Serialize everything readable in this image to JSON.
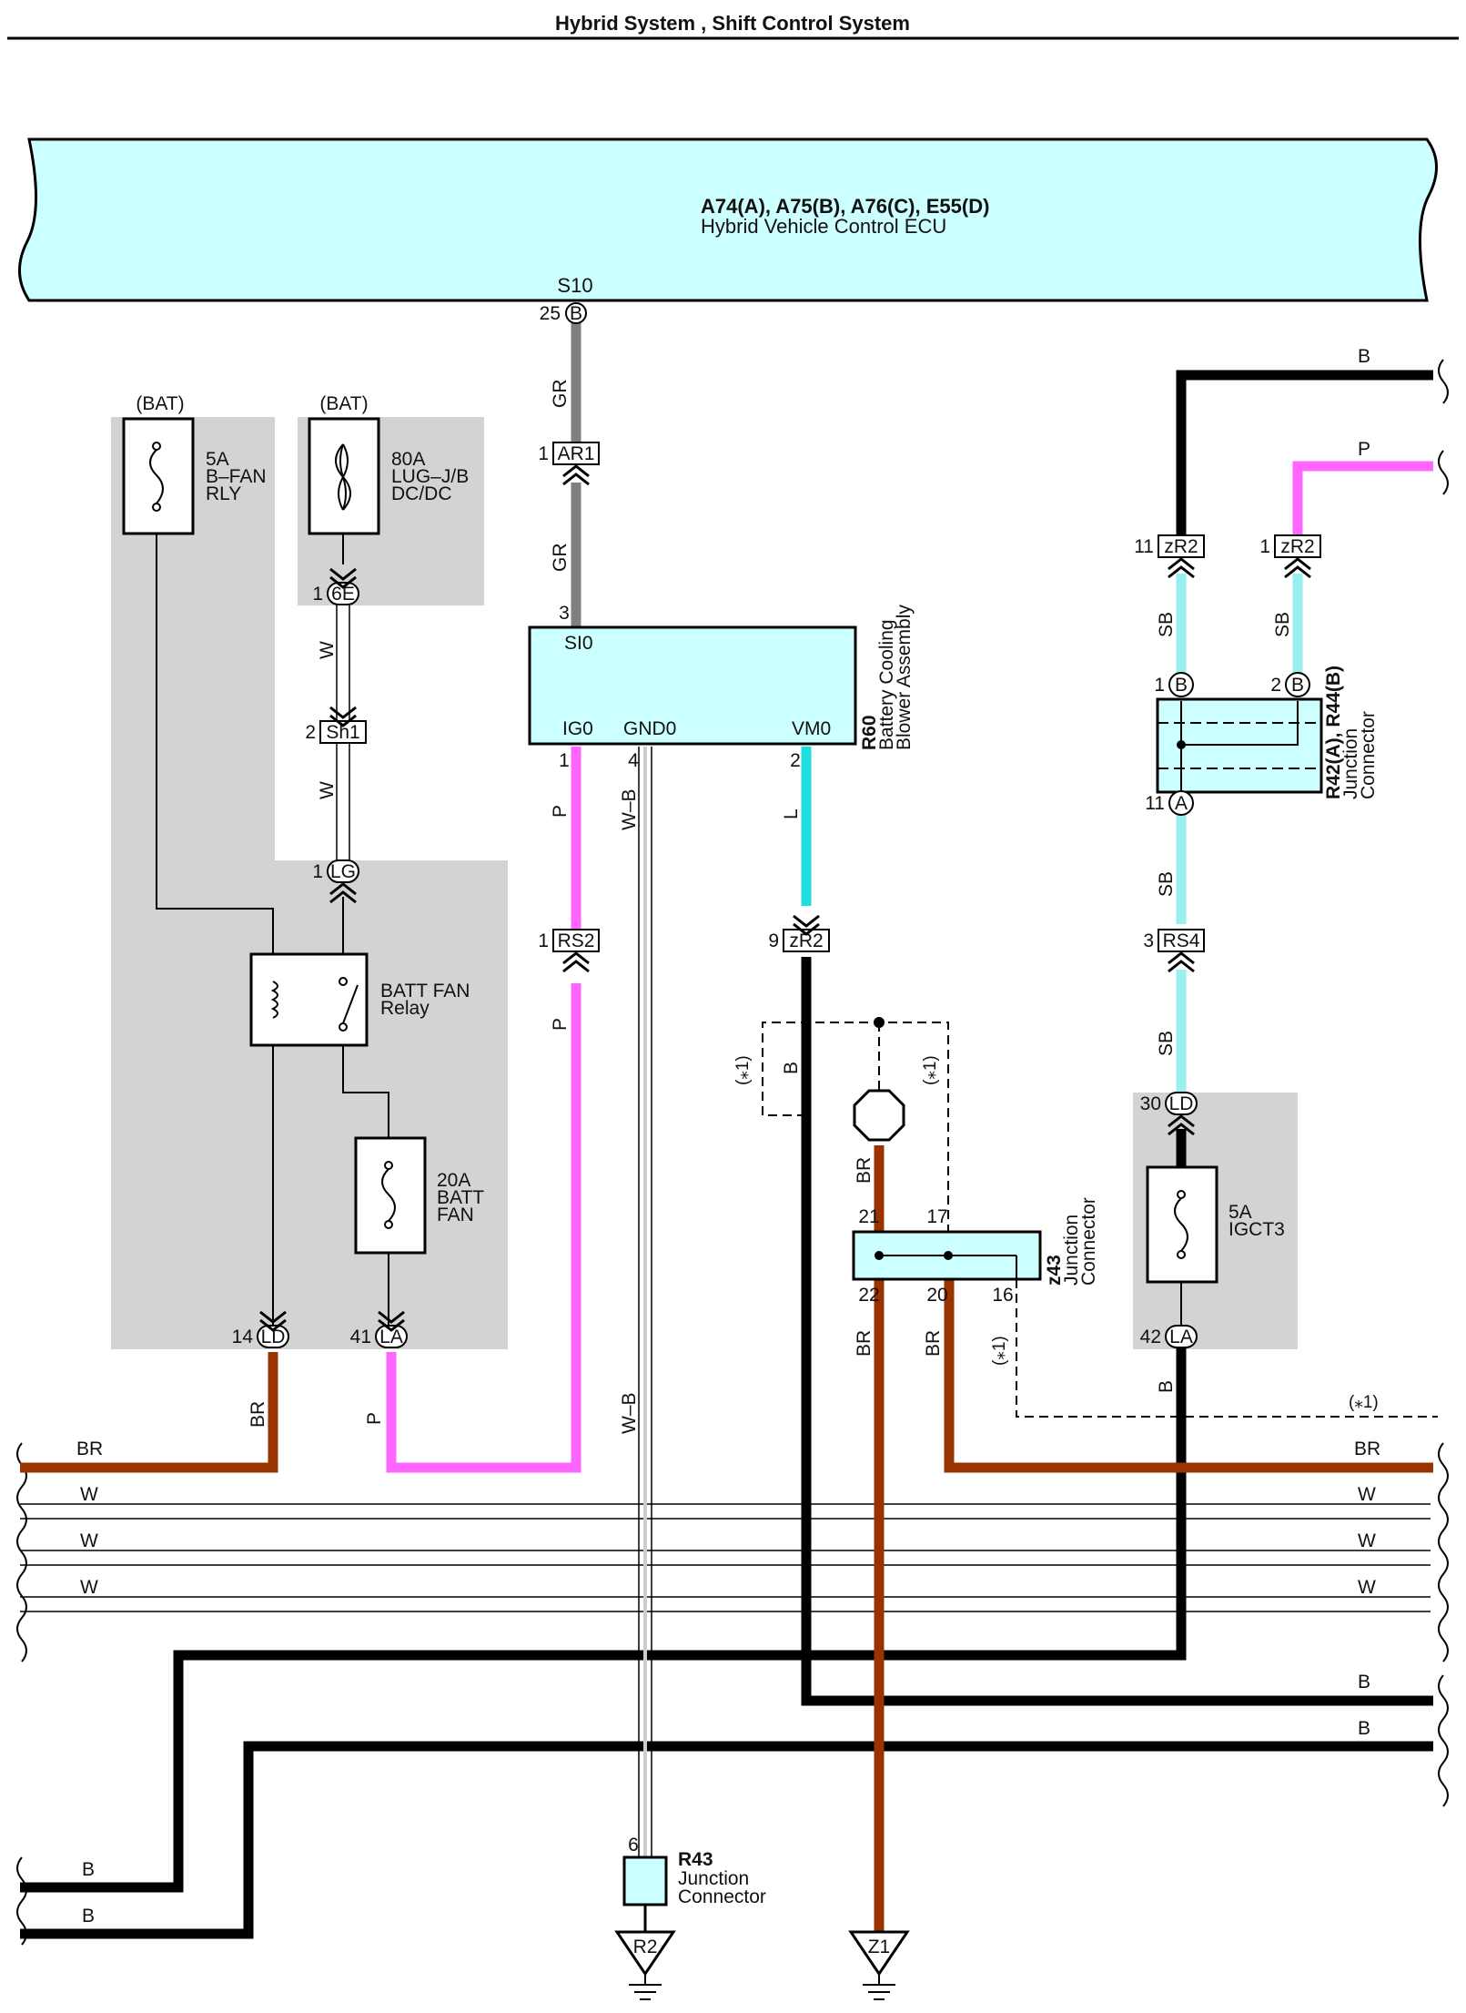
{
  "title": "Hybrid System , Shift Control System",
  "colors": {
    "ecu_fill": "#ccffff",
    "shade": "#d3d3d3",
    "wire_black": "#000000",
    "wire_gray": "#808080",
    "wire_pink": "#ff66ff",
    "wire_sky": "#99eeee",
    "wire_blue": "#22dddd",
    "wire_brown": "#993300"
  },
  "ecu": {
    "codes": "A74(A), A75(B), A76(C), E55(D)",
    "name": "Hybrid Vehicle Control ECU",
    "pin_label": "S10",
    "pin_no": "25",
    "pin_conn": "B"
  },
  "fuses": {
    "bfan": {
      "source": "(BAT)",
      "line1": "5A",
      "line2": "B–FAN",
      "line3": "RLY"
    },
    "lug": {
      "source": "(BAT)",
      "line1": "80A",
      "line2": "LUG–J/B",
      "line3": "DC/DC"
    },
    "battfan": {
      "line1": "20A",
      "line2": "BATT",
      "line3": "FAN"
    },
    "igct3": {
      "line1": "5A",
      "line2": "IGCT3"
    }
  },
  "relay": {
    "line1": "BATT FAN",
    "line2": "Relay"
  },
  "blower": {
    "code": "R60",
    "name1": "Battery Cooling",
    "name2": "Blower Assembly",
    "pin_si0": "SI0",
    "pin_ig0": "IG0",
    "pin_gnd0": "GND0",
    "pin_vm0": "VM0",
    "no_si0": "3",
    "no_ig0": "1",
    "no_gnd0": "4",
    "no_vm0": "2"
  },
  "junction_r42": {
    "code": "R42(A), R44(B)",
    "name1": "Junction",
    "name2": "Connector"
  },
  "junction_z43": {
    "code": "z43",
    "name1": "Junction",
    "name2": "Connector"
  },
  "junction_r43": {
    "code": "R43",
    "name1": "Junction",
    "name2": "Connector",
    "pin": "6"
  },
  "connectors": {
    "ar1": {
      "no": "1",
      "id": "AR1"
    },
    "e6": {
      "no": "1",
      "id": "6E"
    },
    "sh1": {
      "no": "2",
      "id": "Sh1"
    },
    "lg": {
      "no": "1",
      "id": "LG"
    },
    "rs2": {
      "no": "1",
      "id": "RS2"
    },
    "zr2_vm": {
      "no": "9",
      "id": "zR2"
    },
    "zr2_b": {
      "no": "11",
      "id": "zR2"
    },
    "zr2_p": {
      "no": "1",
      "id": "zR2"
    },
    "r42_b1": {
      "no": "1",
      "id": "B"
    },
    "r42_b2": {
      "no": "2",
      "id": "B"
    },
    "r42_a": {
      "no": "11",
      "id": "A"
    },
    "rs4": {
      "no": "3",
      "id": "RS4"
    },
    "ld30": {
      "no": "30",
      "id": "LD"
    },
    "la42": {
      "no": "42",
      "id": "LA"
    },
    "ld14": {
      "no": "14",
      "id": "LD"
    },
    "la41": {
      "no": "41",
      "id": "LA"
    }
  },
  "z43_pins": {
    "p21": "21",
    "p17": "17",
    "p22": "22",
    "p20": "20",
    "p16": "16"
  },
  "wire_colors": {
    "GR": "GR",
    "W": "W",
    "P": "P",
    "WB": "W–B",
    "L": "L",
    "B": "B",
    "BR": "BR",
    "SB": "SB"
  },
  "note": "(⁎1)",
  "grounds": {
    "r2": "R2",
    "z1": "Z1"
  }
}
